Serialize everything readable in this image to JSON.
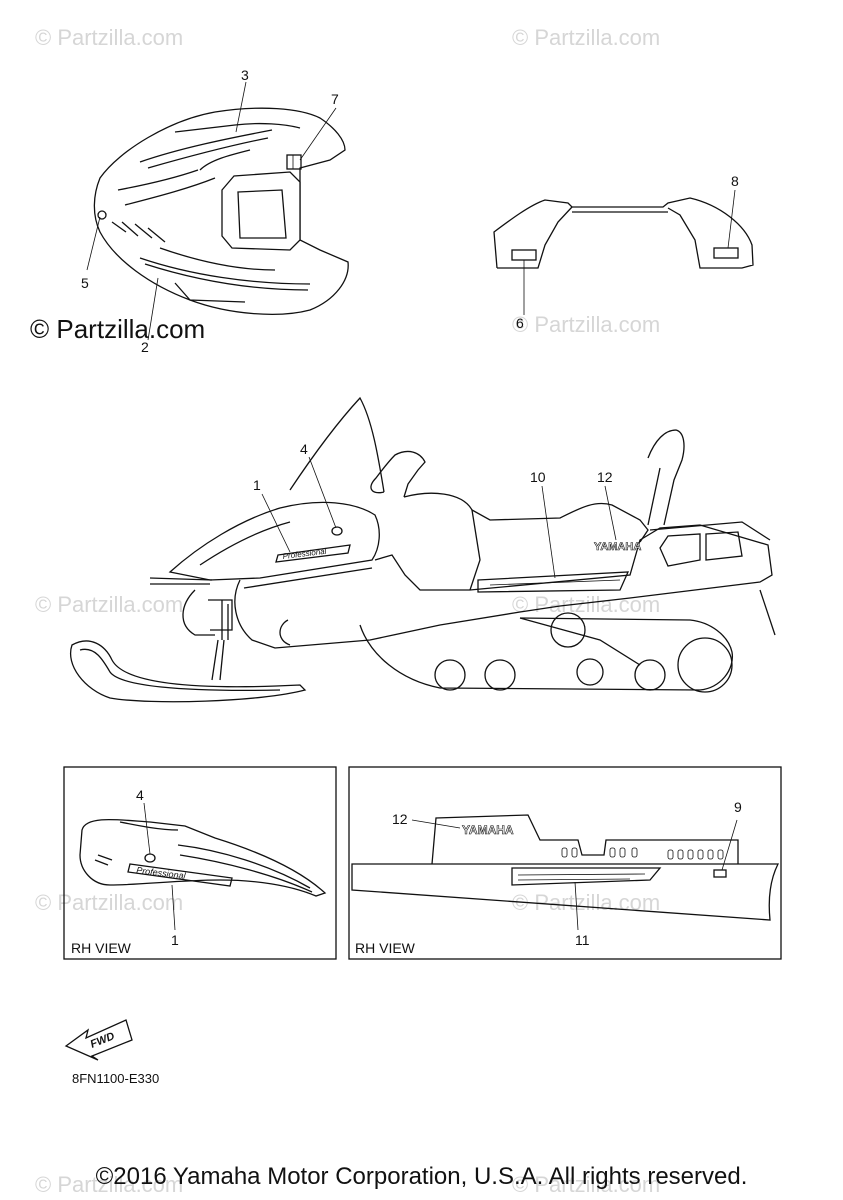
{
  "watermark": "© Partzilla.com",
  "watermark_main": "© Partzilla.com",
  "callouts": {
    "c1": "1",
    "c2": "2",
    "c3": "3",
    "c4": "4",
    "c5": "5",
    "c6": "6",
    "c7": "7",
    "c8": "8",
    "c9": "9",
    "c10": "10",
    "c11": "11",
    "c12": "12",
    "c1b": "1",
    "c4b": "4",
    "c12b": "12"
  },
  "decal_text": {
    "yamaha": "YAMAHA",
    "professional": "Professional"
  },
  "panels": {
    "left_label": "RH VIEW",
    "right_label": "RH VIEW"
  },
  "fwd_label": "FWD",
  "diagram_code": "8FN1100-E330",
  "copyright": "©2016 Yamaha Motor Corporation, U.S.A. All rights reserved.",
  "colors": {
    "line": "#111111",
    "watermark": "#d6d6d6",
    "background": "#ffffff"
  }
}
